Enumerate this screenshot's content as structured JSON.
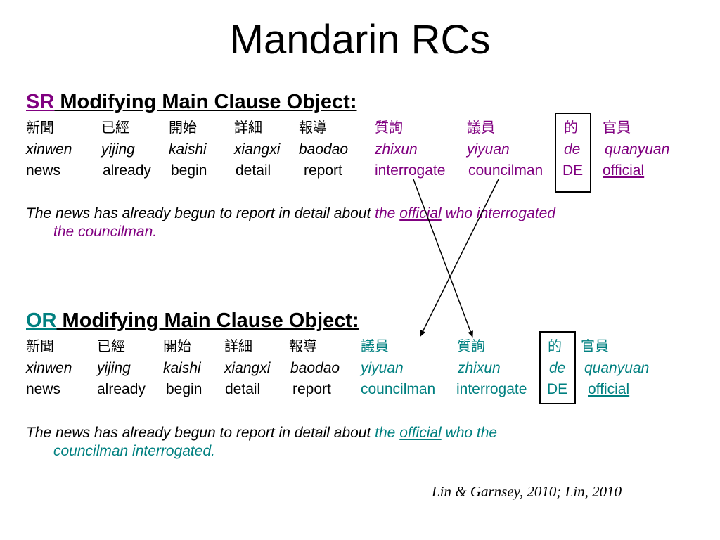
{
  "title": "Mandarin RCs",
  "colors": {
    "purple": "#800080",
    "teal": "#008080",
    "black": "#000000"
  },
  "sr": {
    "abbr": "SR",
    "heading_rest": " Modifying Main Clause Object:",
    "chinese": [
      "新聞",
      "已經",
      "開始",
      "詳細",
      "報導",
      "質詢",
      "議員",
      "的",
      "官員"
    ],
    "pinyin": [
      "xinwen",
      "yijing",
      "kaishi",
      "xiangxi",
      "baodao",
      "zhixun",
      "yiyuan",
      "de",
      "quanyuan"
    ],
    "gloss": [
      "news",
      "already",
      "begin",
      "detail",
      "report",
      "interrogate",
      "councilman",
      "DE",
      "official"
    ],
    "translation": {
      "pre": "The news has already begun to report in detail about ",
      "the": "the ",
      "official": "official",
      "post": " who interrogated",
      "line2": "the councilman."
    }
  },
  "or": {
    "abbr": "OR",
    "heading_rest": " Modifying Main Clause Object:",
    "chinese": [
      "新聞",
      "已經",
      "開始",
      "詳細",
      "報導",
      "議員",
      "質詢",
      "的",
      "官員"
    ],
    "pinyin": [
      "xinwen",
      "yijing",
      "kaishi",
      "xiangxi",
      "baodao",
      "yiyuan",
      "zhixun",
      "de",
      "quanyuan"
    ],
    "gloss": [
      "news",
      "already",
      "begin",
      "detail",
      "report",
      "councilman",
      "interrogate",
      "DE",
      "official"
    ],
    "translation": {
      "pre": "The news has already begun to report in detail about ",
      "the": "the ",
      "official": "official",
      "post": " who the",
      "line2": "councilman interrogated."
    }
  },
  "citation": "Lin & Garnsey, 2010; Lin, 2010"
}
